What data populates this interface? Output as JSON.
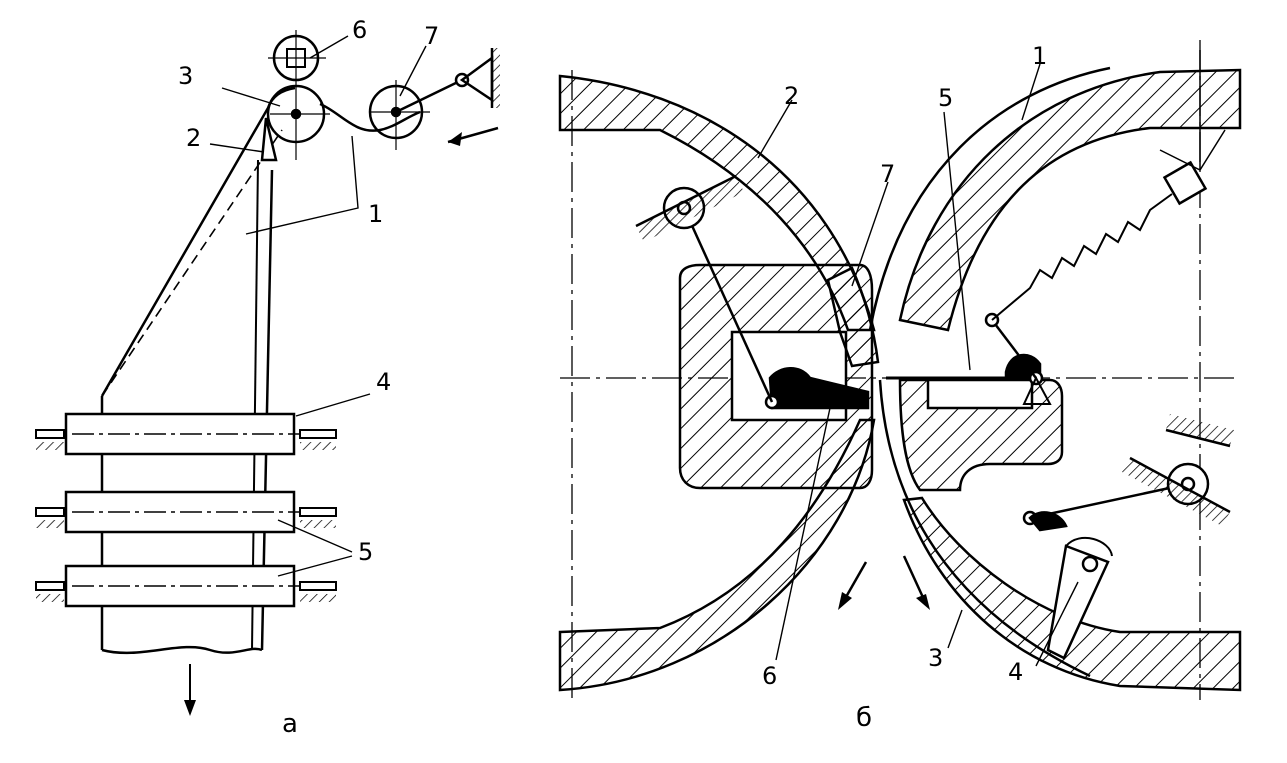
{
  "diagram_a": {
    "labels": {
      "l1": "1",
      "l2": "2",
      "l3": "3",
      "l4": "4",
      "l5": "5",
      "l6": "6",
      "l7": "7"
    },
    "caption": "а"
  },
  "diagram_b": {
    "labels": {
      "l1": "1",
      "l2": "2",
      "l3": "3",
      "l4": "4",
      "l5": "5",
      "l6": "6",
      "l7": "7"
    },
    "caption": "б"
  }
}
